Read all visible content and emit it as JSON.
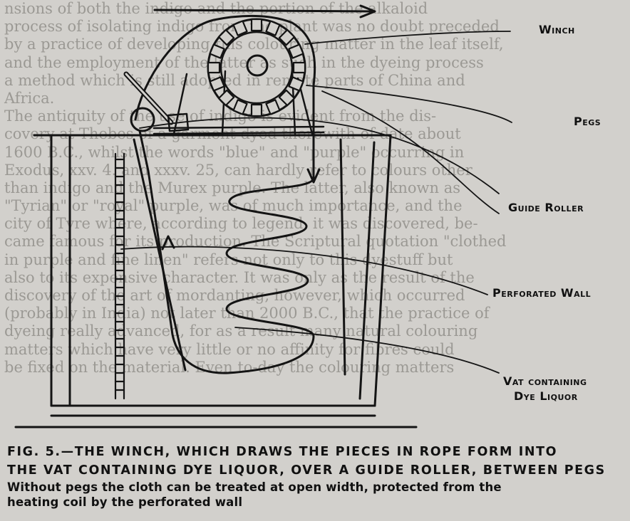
{
  "background_text": [
    "nsions of both the indigo and the portion of the alkaloid",
    "process of isolating indigo from the plant was no doubt preceded",
    "by a practice of developing this colouring matter in the leaf itself,",
    "and the employment of the latter as such in the dyeing process",
    "a method which is still adopted in remote parts of China and",
    "Africa.",
    "   The antiquity of the use of indigo is evident from the dis-",
    "covery at Thebes of a garment dyed therewith of date about",
    "1600 B.C., whilst the words \"blue\" and \"purple\" occurring in",
    "Exodus, xxv. 4. and xxxv. 25, can hardly refer to colours other",
    "than indigo and the Murex purple. The latter, also known as",
    "\"Tyrian\" or \"royal\" purple, was of much importance, and the",
    "city of Tyre where, according to legend, it was discovered, be-",
    "came famous for its production. The Scriptural quotation \"clothed",
    "in purple and fine linen\" refers not only to this dyestuff but",
    "also to its expensive character. It was only as the result of the",
    "discovery of the art of mordanting, however, which occurred",
    "(probably in India) not later than 2000 B.C., that the practice of",
    "dyeing really advanced, for as a result many natural colouring",
    "matters which have very little or no affinity for fibres could",
    "be fixed on the material. Even to-day the colouring matters"
  ],
  "labels": {
    "winch": "Winch",
    "pegs": "Pegs",
    "guide_roller": "Guide Roller",
    "perforated_wall": "Perforated Wall",
    "vat_line1": "Vat containing",
    "vat_line2": "Dye Liquor"
  },
  "caption": {
    "line1": "FIG. 5.—THE WINCH, WHICH DRAWS THE PIECES IN ROPE FORM INTO",
    "line2": "THE VAT CONTAINING DYE LIQUOR, OVER A GUIDE ROLLER, BETWEEN PEGS",
    "sub1": "Without pegs the cloth can be treated at open width, protected from the",
    "sub2": "heating coil by the perforated wall"
  },
  "colors": {
    "paper": "#d2d0cc",
    "ink": "#141414",
    "faded_text": "#9b9994"
  }
}
